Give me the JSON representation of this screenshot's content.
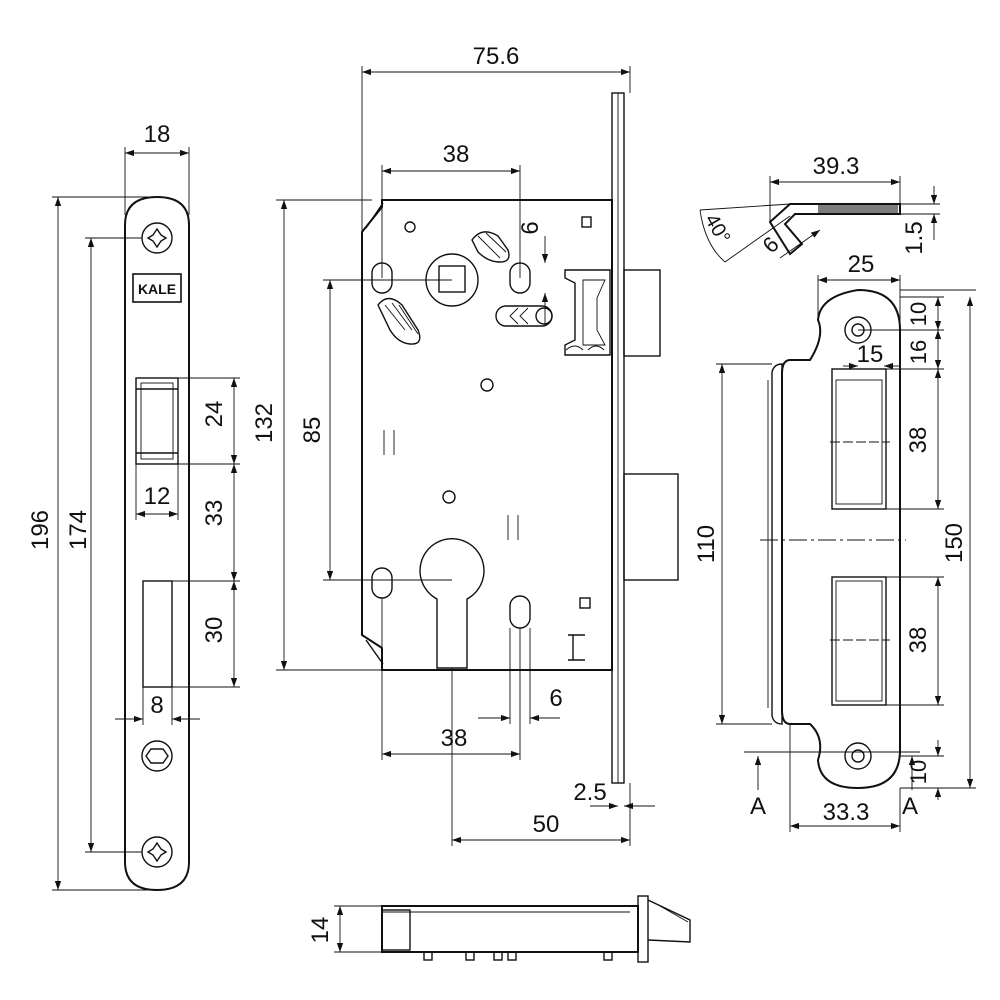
{
  "dimensions": {
    "faceplate_width": "18",
    "faceplate_height": "196",
    "screw_pitch": "174",
    "latch_opening_height": "24",
    "latch_opening_width": "12",
    "latch_to_bolt_gap": "33",
    "bolt_opening_height": "30",
    "bolt_opening_width": "8",
    "case_overall_width": "75.6",
    "case_height": "132",
    "spindle_to_cylinder": "85",
    "top_holes_spacing": "38",
    "top_slot_width": "6",
    "bottom_holes_spacing": "38",
    "bottom_slot_width": "6",
    "faceplate_thickness": "2.5",
    "backset": "50",
    "case_thickness": "14",
    "strike_lip_length": "39.3",
    "strike_thickness": "1.5",
    "strike_bend_angle": "40°",
    "strike_bend_depth": "6",
    "strike_width": "25",
    "strike_hole_offset": "15",
    "strike_top_hole_top": "10",
    "strike_top_hole_to_opening": "16",
    "strike_opening_upper": "38",
    "strike_opening_lower": "38",
    "strike_total_height": "150",
    "strike_body_height": "110",
    "strike_bottom_hole": "10",
    "strike_base_width": "33.3",
    "section_label_left": "A",
    "section_label_right": "A"
  },
  "logo_text": "KALE"
}
